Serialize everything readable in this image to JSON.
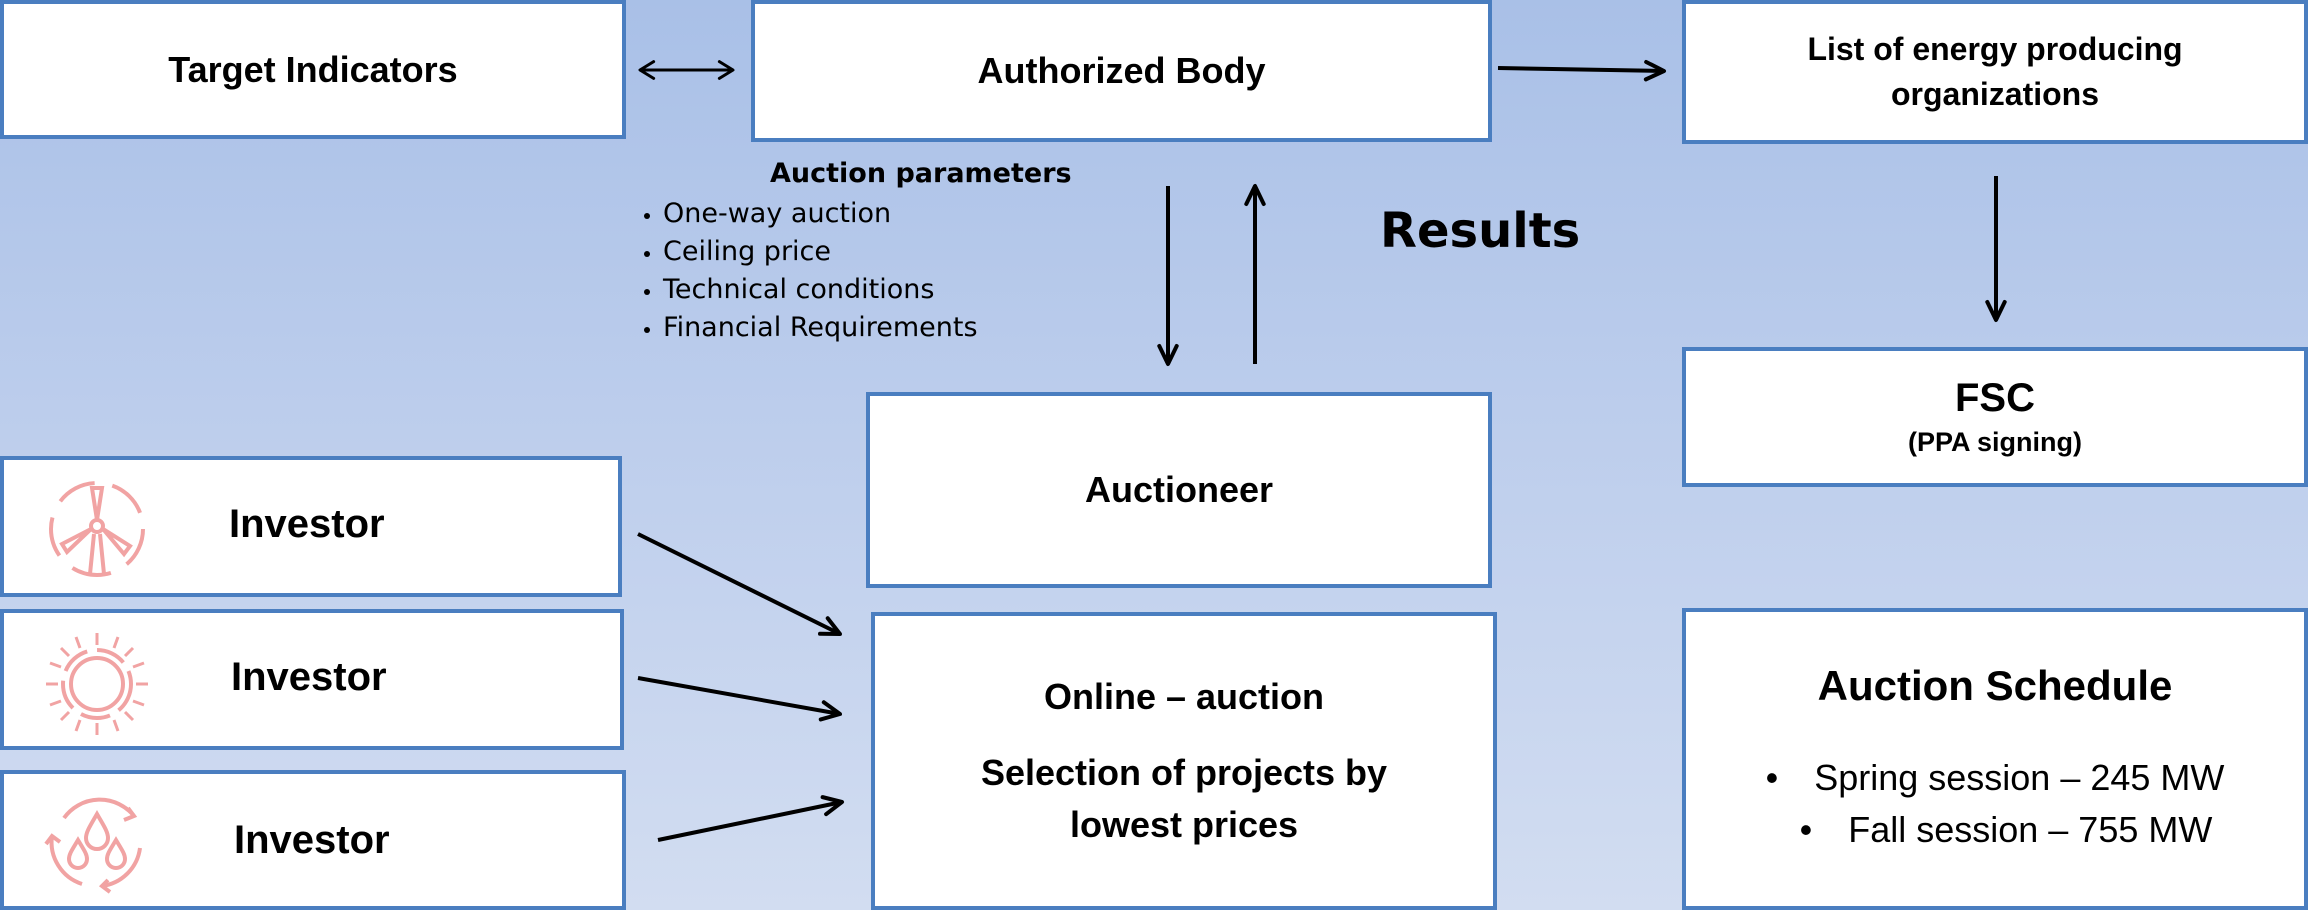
{
  "boxes": {
    "target_indicators": "Target Indicators",
    "authorized_body": "Authorized Body",
    "energy_list": "List of energy producing organizations",
    "fsc_title": "FSC",
    "fsc_subtitle": "(PPA signing)",
    "auctioneer": "Auctioneer",
    "online_line1": "Online – auction",
    "online_line2": "Selection of projects by lowest prices"
  },
  "parameters": {
    "title": "Auction parameters",
    "items": [
      "One-way auction",
      "Ceiling price",
      "Technical conditions",
      "Financial Requirements"
    ]
  },
  "results_label": "Results",
  "investors": [
    {
      "label": "Investor",
      "icon": "wind-turbine-icon"
    },
    {
      "label": "Investor",
      "icon": "sun-icon"
    },
    {
      "label": "Investor",
      "icon": "water-cycle-icon"
    }
  ],
  "schedule": {
    "title": "Auction Schedule",
    "items": [
      "Spring session –  245 MW",
      "Fall session – 755 MW"
    ]
  },
  "colors": {
    "box_border": "#4a7ec0",
    "icon": "#f1a3a3",
    "background_top": "#a9c0e7",
    "background_bottom": "#d2ddf1"
  }
}
